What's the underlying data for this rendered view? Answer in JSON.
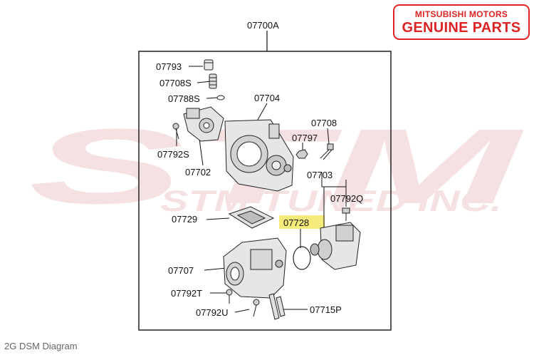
{
  "badge": {
    "line1": "MITSUBISHI MOTORS",
    "line2": "GENUINE PARTS"
  },
  "watermark": {
    "logo": "STM",
    "company": "STM TUNED INC."
  },
  "assembly_label": "07700A",
  "parts": {
    "p07793": "07793",
    "p07708S": "07708S",
    "p07788S": "07788S",
    "p07704": "07704",
    "p07708": "07708",
    "p07797": "07797",
    "p07792S": "07792S",
    "p07702": "07702",
    "p07703": "07703",
    "p07792Q": "07792Q",
    "p07729": "07729",
    "p07728": "07728",
    "p07707": "07707",
    "p07792T": "07792T",
    "p07792U": "07792U",
    "p07715P": "07715P"
  },
  "highlight_color": "#f5eb7a",
  "caption": "2G DSM Diagram"
}
